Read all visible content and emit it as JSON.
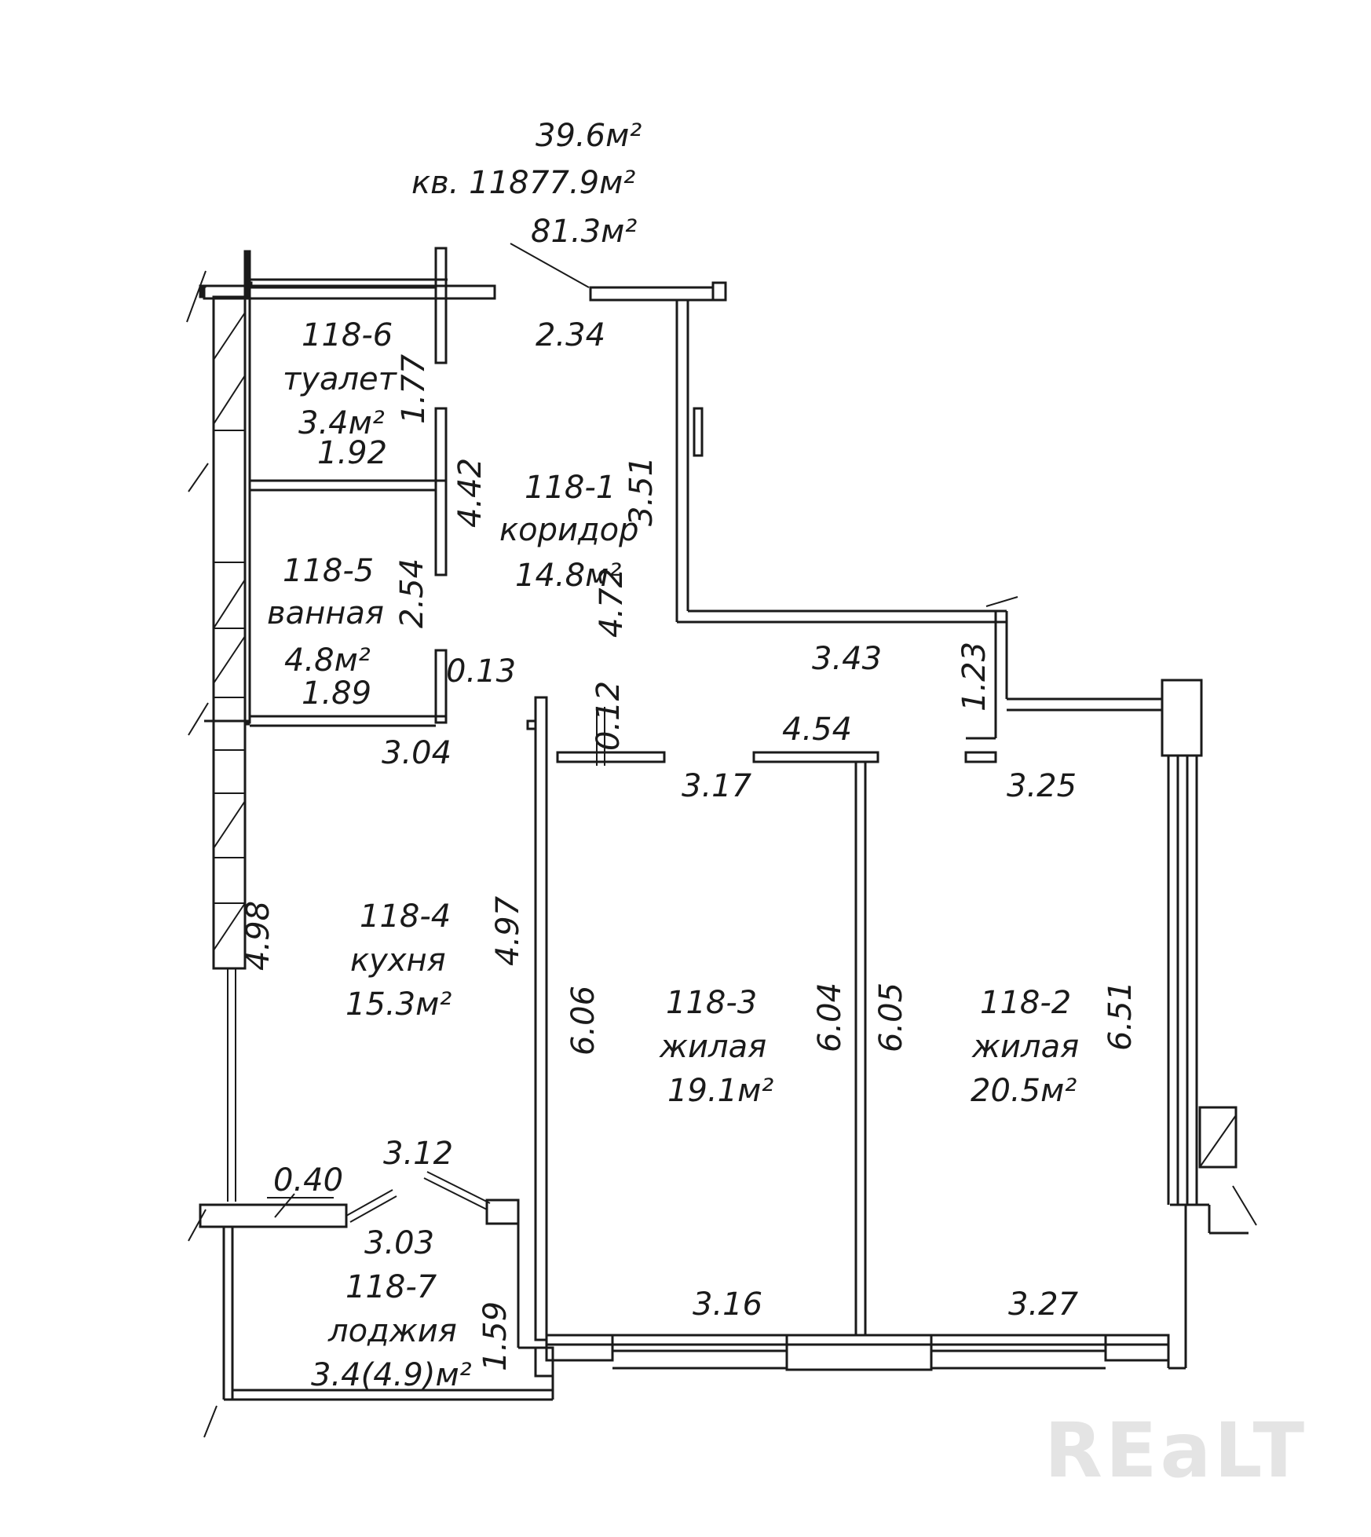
{
  "apartment": {
    "label": "кв. 118",
    "living_area": "39.6м²",
    "total_area": "77.9м²",
    "total_with_loggia": "81.3м²"
  },
  "rooms": [
    {
      "id": "118-1",
      "name": "коридор",
      "area": "14.8м²"
    },
    {
      "id": "118-2",
      "name": "жилая",
      "area": "20.5м²"
    },
    {
      "id": "118-3",
      "name": "жилая",
      "area": "19.1м²"
    },
    {
      "id": "118-4",
      "name": "кухня",
      "area": "15.3м²"
    },
    {
      "id": "118-5",
      "name": "ванная",
      "area": "4.8м²"
    },
    {
      "id": "118-6",
      "name": "туалет",
      "area": "3.4м²"
    },
    {
      "id": "118-7",
      "name": "лоджия",
      "area": "3.4(4.9)м²"
    }
  ],
  "dims": {
    "d234": "2.34",
    "d177": "1.77",
    "d192": "1.92",
    "d442": "4.42",
    "d351": "3.51",
    "d254": "2.54",
    "d472": "4.72",
    "d013": "0.13",
    "d189": "1.89",
    "d343": "3.43",
    "d123": "1.23",
    "d012": "0.12",
    "d454": "4.54",
    "d304": "3.04",
    "d317": "3.17",
    "d325": "3.25",
    "d498": "4.98",
    "d497": "4.97",
    "d606": "6.06",
    "d604": "6.04",
    "d605": "6.05",
    "d651": "6.51",
    "d312": "3.12",
    "d040": "0.40",
    "d303": "3.03",
    "d159": "1.59",
    "d316": "3.16",
    "d327": "3.27"
  },
  "watermark": "REaLT"
}
